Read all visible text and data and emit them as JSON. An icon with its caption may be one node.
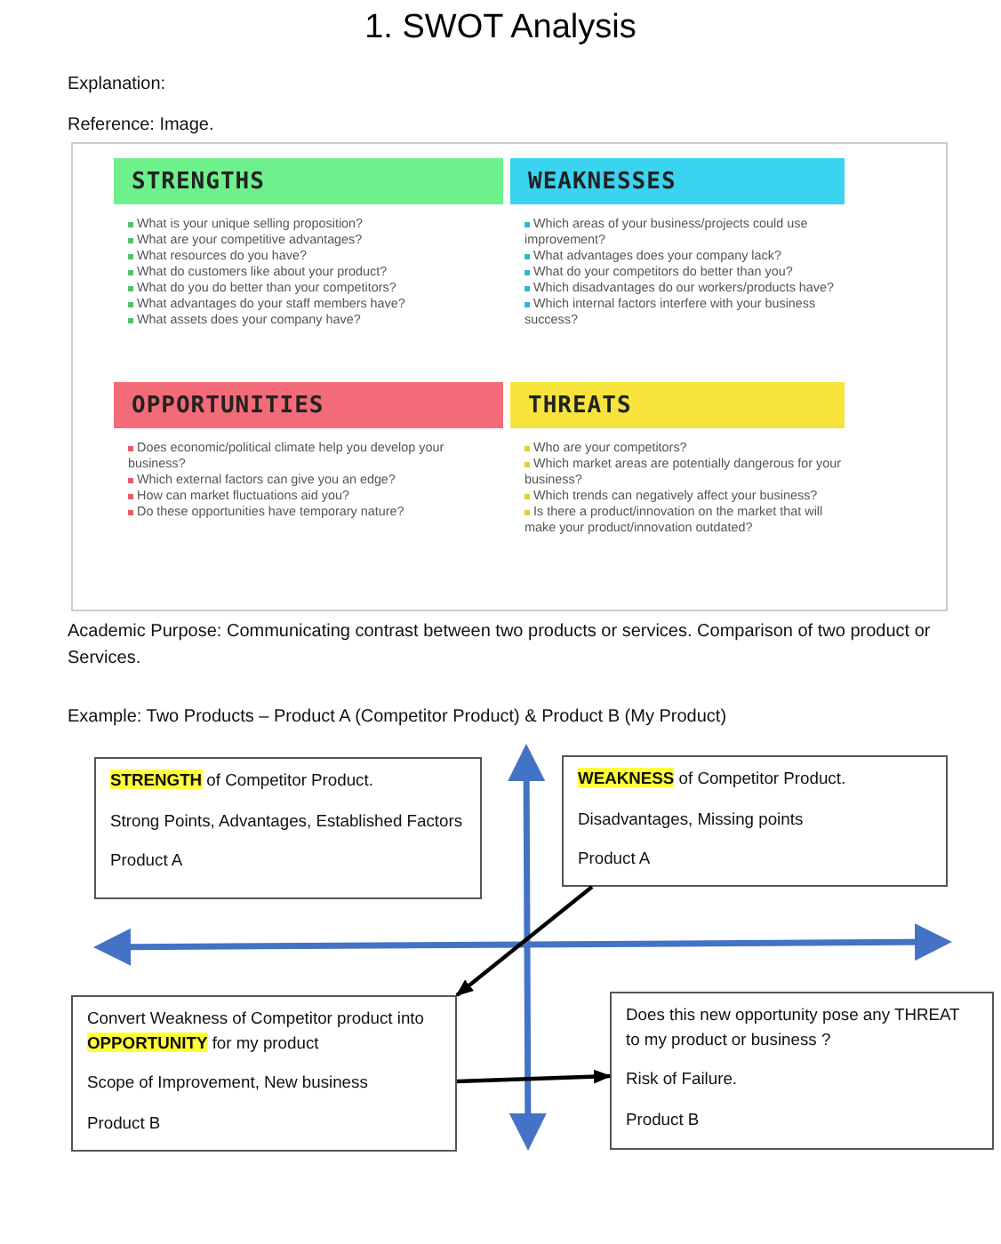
{
  "diagram": {
    "title": "1. SWOT Analysis",
    "nodes": [
      {
        "text": [
          "STRENGTHS",
          "What is your unique selling proposition?",
          "What are your competitive advantages?",
          "What resources do you have?",
          "What do customers like about your product?",
          "What do you do better than your competitors?",
          "What advantages do your staff members have?",
          "What assets does your company have?"
        ]
      },
      {
        "text": [
          "WEAKNESSES",
          "Which areas of your business/projects could use improvement?",
          "What advantages does your company lack?",
          "What do your competitors do better than you?",
          "Which disadvantages do our workers/products have?",
          "Which internal factors interfere with your business success?"
        ]
      },
      {
        "text": [
          "OPPORTUNITIES",
          "Does economic/political climate help you develop your business?",
          "Which external factors can give you an edge?",
          "How can market fluctuations aid you?",
          "Do these opportunities have temporary nature?"
        ]
      },
      {
        "text": [
          "THREATS",
          "Who are your competitors?",
          "Which market areas are potentially dangerous for your business?",
          "Which trends can negatively affect your business?",
          "Is there a product/innovation on the market that will make your product/innovation outdated?"
        ]
      },
      {
        "text": [
          "**STRENGTH** of Competitor Product.",
          "Strong Points, Advantages, Established Factors",
          "Product A"
        ]
      },
      {
        "text": [
          "**WEAKNESS** of Competitor Product.",
          "Disadvantages, Missing points",
          "Product A"
        ]
      },
      {
        "text": [
          "Convert Weakness of Competitor product into **OPPORTUNITY** for my product",
          "Scope of Improvement, New business",
          "Product B"
        ]
      },
      {
        "text": [
          "Does this new opportunity pose any THREAT to my product or business ?",
          "Risk of Failure.",
          "Product B"
        ]
      }
    ],
    "edges": [
      {
        "from": 5,
        "to": 6,
        "arrow": "to"
      },
      {
        "from": 6,
        "to": 7,
        "arrow": "to"
      }
    ],
    "labels": [
      "Explanation:",
      "Reference: Image.",
      "Academic Purpose: Communicating contrast between two products or services. Comparison of two product or Services.",
      "Example: Two Products – Product A (Competitor Product) & Product B (My Product)"
    ]
  }
}
